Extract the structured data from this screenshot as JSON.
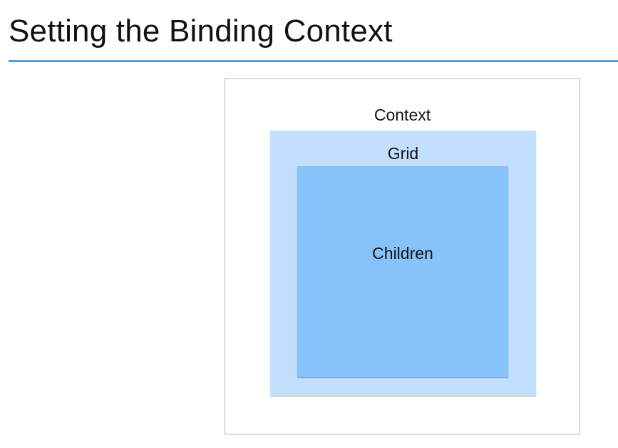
{
  "slide": {
    "title": "Setting the Binding Context",
    "accent_color": "#4a9ee6"
  },
  "diagram": {
    "context": {
      "label": "Context",
      "border_color": "#b8b8b8"
    },
    "grid": {
      "label": "Grid",
      "fill_color": "#c2e0fb"
    },
    "children": {
      "label": "Children",
      "fill_color": "#86c3fb"
    }
  }
}
